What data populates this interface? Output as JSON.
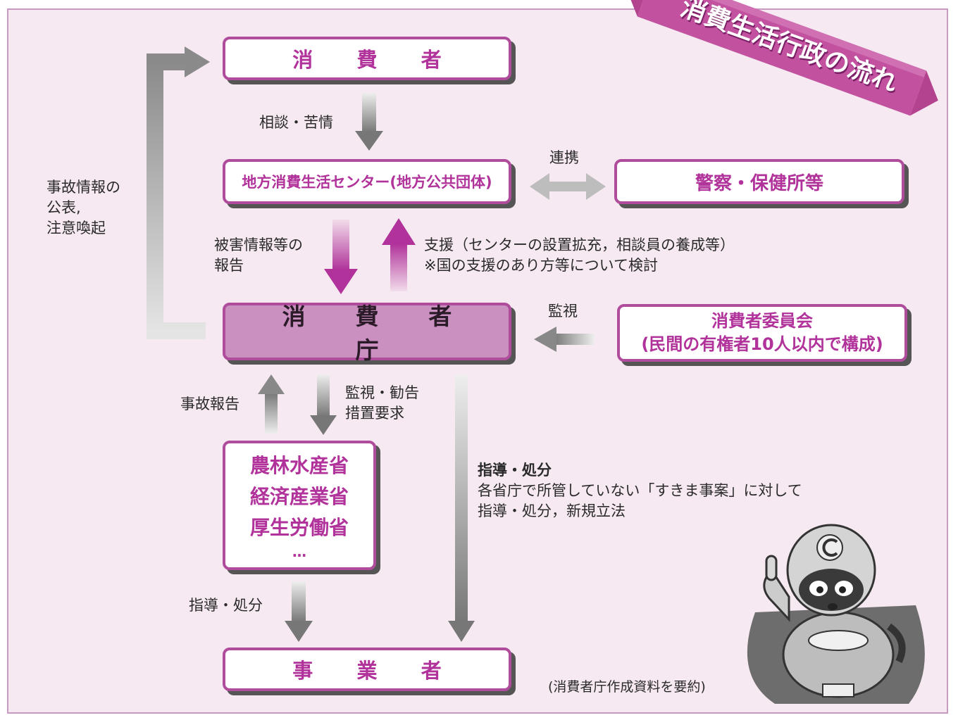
{
  "banner": {
    "title": "消費生活行政の流れ"
  },
  "nodes": {
    "consumer": "消 費 者",
    "center": "地方消費生活センター(地方公共団体)",
    "police": "警察・保健所等",
    "agency": "消 費 者 庁",
    "committee_line1": "消費者委員会",
    "committee_line2": "(民間の有権者10人以内で構成)",
    "ministries": [
      "農林水産省",
      "経済産業省",
      "厚生労働省",
      "…"
    ],
    "business": "事 業 者"
  },
  "labels": {
    "consult": "相談・苦情",
    "cooperation": "連携",
    "publicize": [
      "事故情報の",
      "公表,",
      "注意喚起"
    ],
    "damage_report": [
      "被害情報等の",
      "報告"
    ],
    "support": [
      "支援（センターの設置拡充，相談員の養成等）",
      "※国の支援のあり方等について検討"
    ],
    "monitor": "監視",
    "accident_report": "事故報告",
    "monitor_advise": [
      "監視・勧告",
      "措置要求"
    ],
    "guidance_title": "指導・処分",
    "guidance_desc": [
      "各省庁で所管していない「すきま事案」に対して",
      "指導・処分，新規立法"
    ],
    "guidance_ministry": "指導・処分"
  },
  "footer": {
    "source": "(消費者庁作成資料を要約)"
  },
  "colors": {
    "accent": "#b04c9c",
    "agency_fill": "#c990c0",
    "background": "#f6e9f1",
    "arrow_gray": "#8a8a8a"
  }
}
